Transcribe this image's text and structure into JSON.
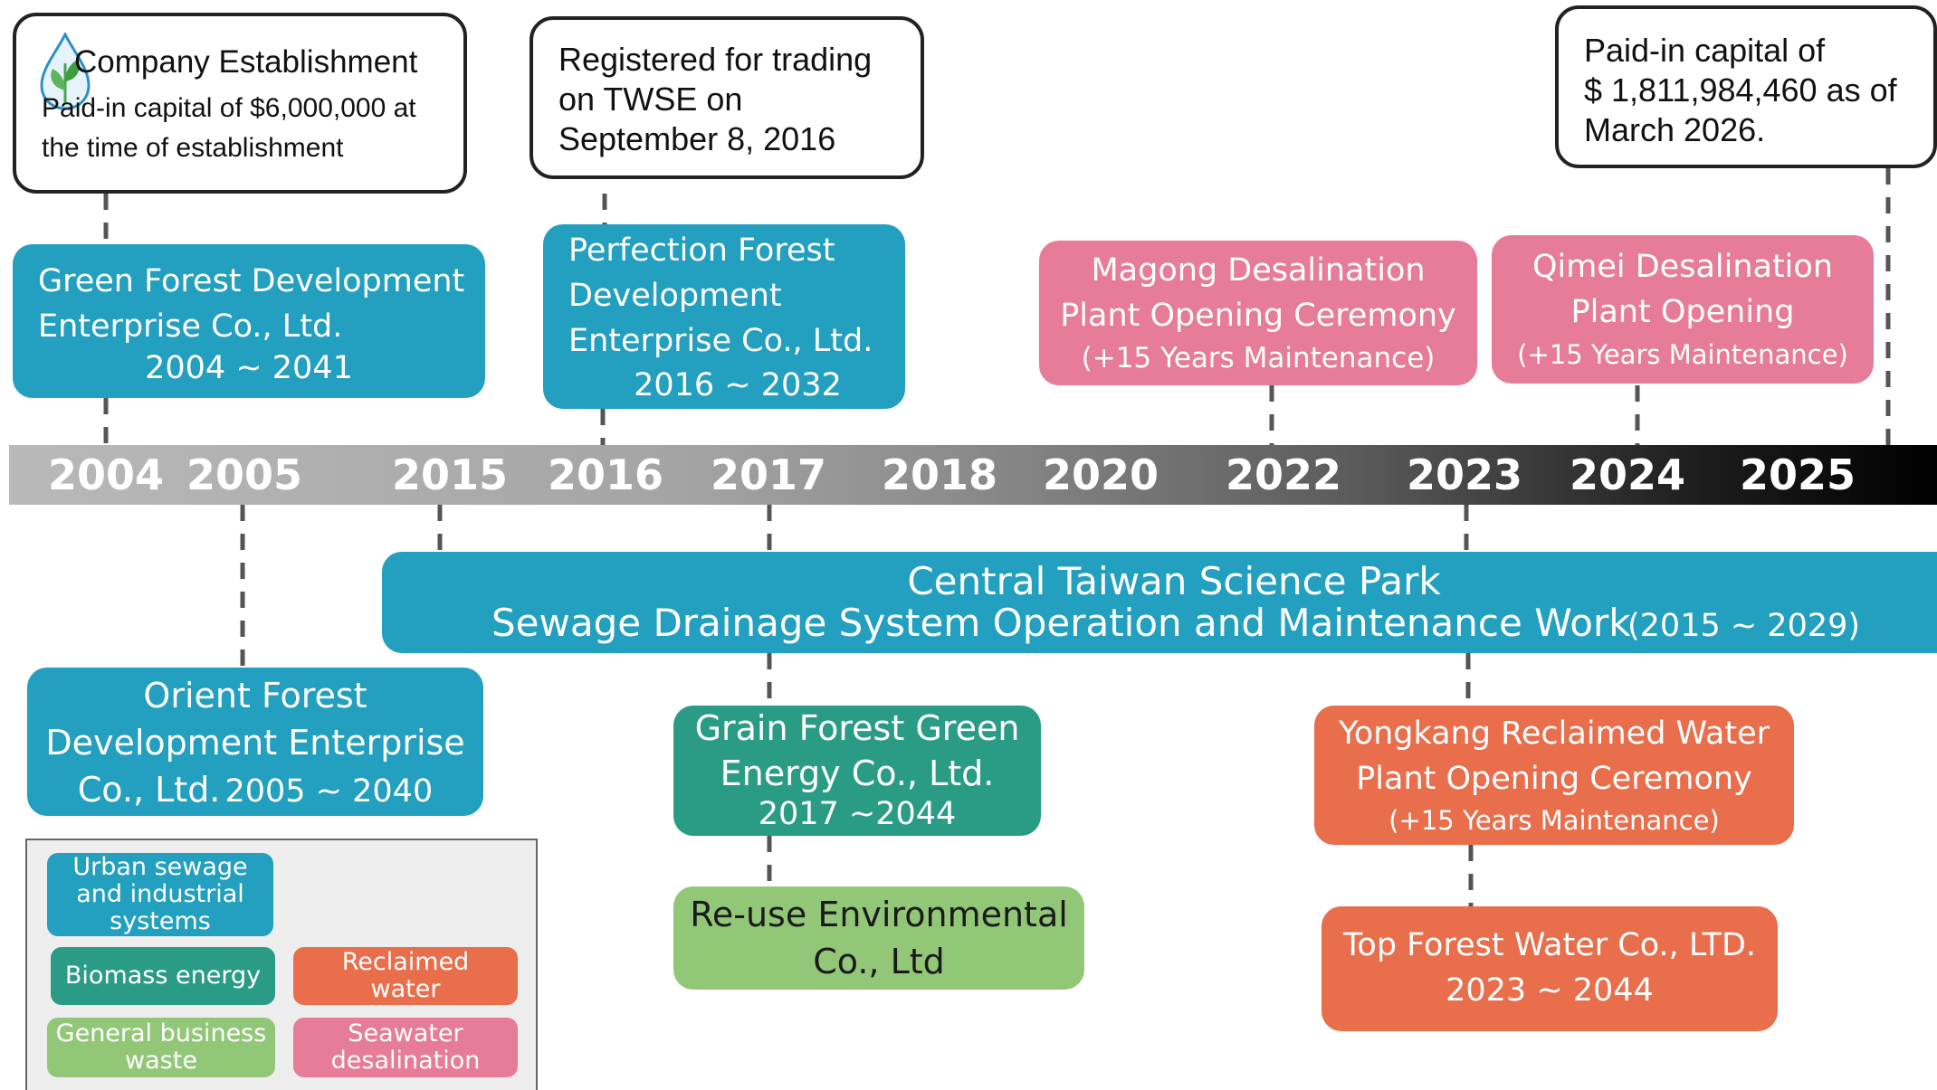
{
  "callouts": {
    "establishment": {
      "title": "Company Establishment",
      "line1": "Paid-in capital of $6,000,000 at",
      "line2": "the time of establishment"
    },
    "twse": {
      "line1": "Registered for trading",
      "line2": "on TWSE on",
      "line3": "September 8, 2016"
    },
    "capital": {
      "line1": "Paid-in capital of",
      "line2": "$ 1,811,984,460 as of",
      "line3": "March 2026."
    }
  },
  "years": [
    "2004",
    "2005",
    "2015",
    "2016",
    "2017",
    "2018",
    "2020",
    "2022",
    "2023",
    "2024",
    "2025"
  ],
  "upper_boxes": {
    "green_forest": {
      "line1": "Green Forest Development",
      "line2": "Enterprise Co., Ltd.",
      "line3": "2004 ~ 2041"
    },
    "perfection_forest": {
      "line1": "Perfection Forest",
      "line2": "Development",
      "line3": "Enterprise Co., Ltd.",
      "line4": "2016 ~ 2032"
    },
    "magong": {
      "line1": "Magong Desalination",
      "line2": "Plant Opening Ceremony",
      "line3": "(+15 Years Maintenance)"
    },
    "qimei": {
      "line1": "Qimei Desalination",
      "line2": "Plant Opening",
      "line3": "(+15 Years Maintenance)"
    }
  },
  "science_park": {
    "line1": "Central Taiwan Science Park",
    "line2": "Sewage Drainage System Operation and Maintenance Work",
    "period": "(2015 ~ 2029)"
  },
  "lower_boxes": {
    "orient_forest": {
      "line1": "Orient Forest",
      "line2": "Development Enterprise",
      "line3a": "Co., Ltd.",
      "line3b": "2005 ~ 2040"
    },
    "grain_forest": {
      "line1": "Grain Forest Green",
      "line2": "Energy Co., Ltd.",
      "line3": "2017 ~2044"
    },
    "reuse": {
      "line1": "Re-use Environmental",
      "line2": "Co., Ltd"
    },
    "yongkang": {
      "line1": "Yongkang Reclaimed Water",
      "line2": "Plant Opening Ceremony",
      "line3": "(+15 Years Maintenance)"
    },
    "top_forest": {
      "line1": "Top Forest Water Co., LTD.",
      "line2": "2023 ~ 2044"
    }
  },
  "legend": {
    "urban": {
      "line1": "Urban sewage",
      "line2": "and industrial",
      "line3": "systems"
    },
    "biomass": {
      "line1": "Biomass energy"
    },
    "reclaimed": {
      "line1": "Reclaimed",
      "line2": "water"
    },
    "general": {
      "line1": "General business",
      "line2": "waste"
    },
    "seawater": {
      "line1": "Seawater",
      "line2": "desalination"
    }
  },
  "colors": {
    "urban_sewage": "#239fbf",
    "biomass_energy": "#2a9c86",
    "general_business_waste": "#93c778",
    "reclaimed_water": "#e86e4c",
    "seawater_desalination": "#e67c97"
  },
  "icons": {
    "logo": "leaf-drop-logo-icon"
  }
}
